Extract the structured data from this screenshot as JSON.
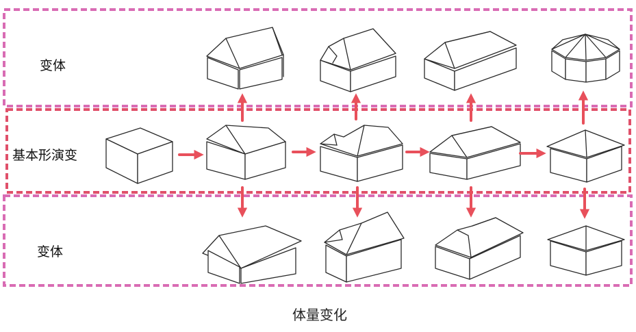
{
  "rows": {
    "top": {
      "label": "变体"
    },
    "middle": {
      "label": "基本形演变"
    },
    "bottom": {
      "label": "变体"
    }
  },
  "caption": "体量变化",
  "colors": {
    "top_box": "#d96cb4",
    "middle_box": "#e0506a",
    "bottom_box": "#d96cb4",
    "arrow": "#e8505b",
    "line": "#2a2a2a"
  }
}
